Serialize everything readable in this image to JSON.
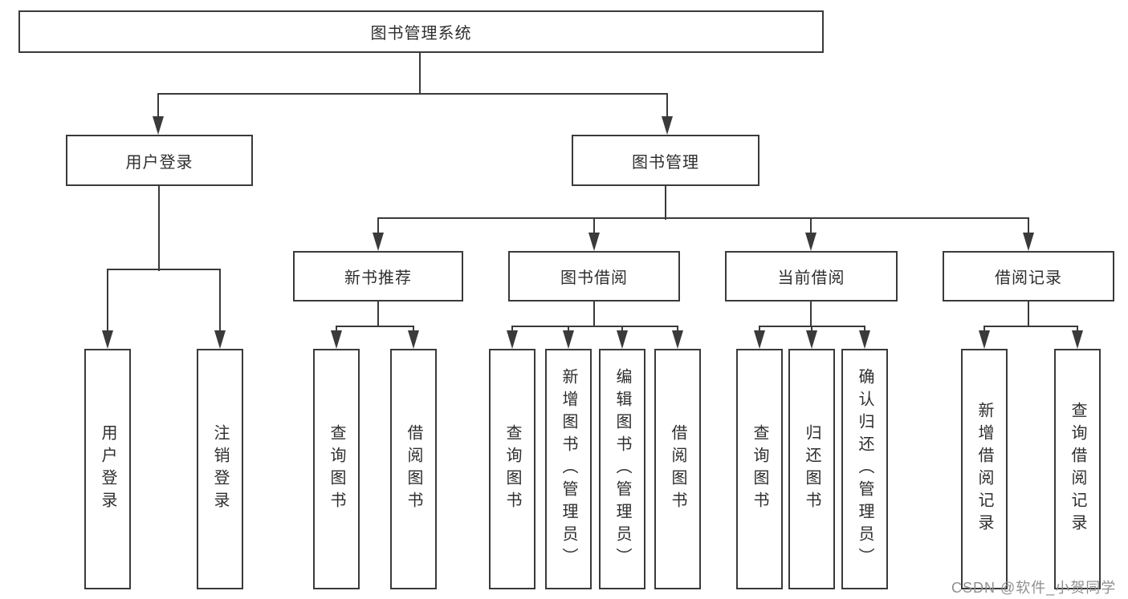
{
  "diagram": {
    "root": {
      "label": "图书管理系统"
    },
    "level2": [
      {
        "label": "用户登录"
      },
      {
        "label": "图书管理"
      }
    ],
    "level3": [
      {
        "label": "新书推荐"
      },
      {
        "label": "图书借阅"
      },
      {
        "label": "当前借阅"
      },
      {
        "label": "借阅记录"
      }
    ],
    "leaves": [
      "用户登录",
      "注销登录",
      "查询图书",
      "借阅图书",
      "查询图书",
      "新增图书（管理员）",
      "编辑图书（管理员）",
      "借阅图书",
      "查询图书",
      "归还图书",
      "确认归还（管理员）",
      "新增借阅记录",
      "查询借阅记录"
    ],
    "watermark": "CSDN @软件_小贺同学",
    "colors": {
      "line": "#3a3a3a",
      "text": "#2e2e2e",
      "watermark": "#8f8f8f",
      "background": "#ffffff"
    }
  }
}
